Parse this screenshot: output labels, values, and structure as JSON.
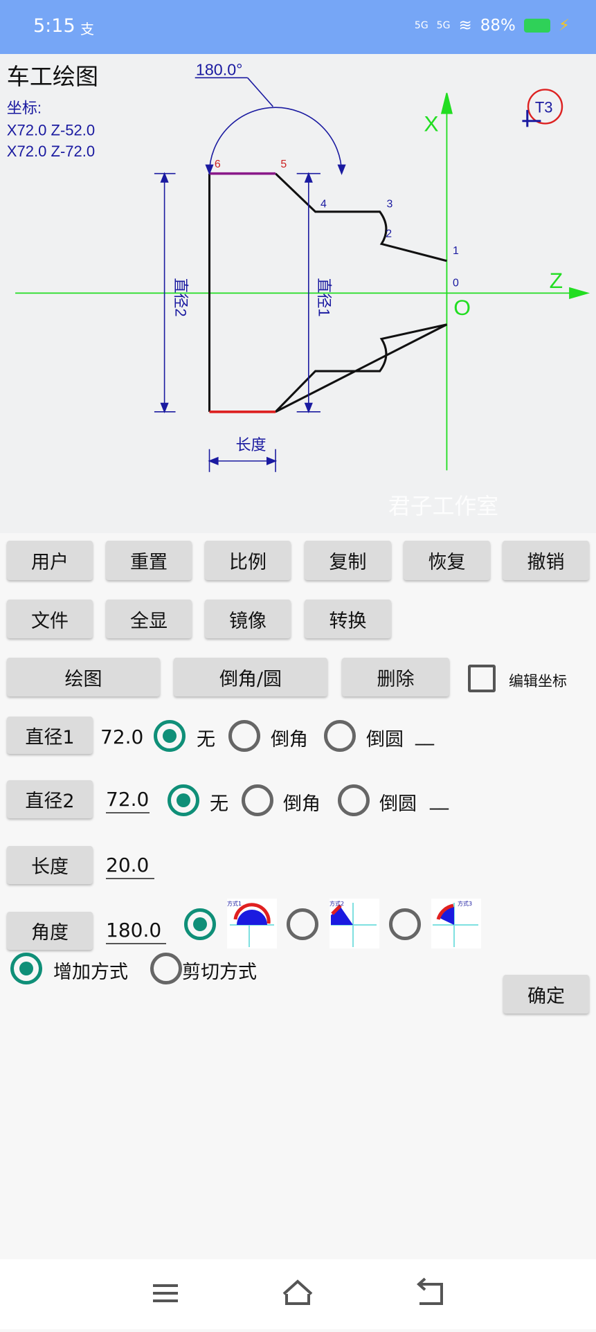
{
  "status": {
    "time": "5:15",
    "carrier_icon": "支",
    "signal1": "5G",
    "signal2": "5G",
    "battery": "88%"
  },
  "drawing": {
    "title": "车工绘图",
    "coord_label": "坐标:",
    "coord1": "X72.0 Z-52.0",
    "coord2": "X72.0 Z-72.0",
    "angle_label": "180.0°",
    "x_axis": "X",
    "z_axis": "Z",
    "origin": "O",
    "tool": "T3",
    "dia1": "直径1",
    "dia2": "直径2",
    "length": "长度",
    "points": [
      "0",
      "1",
      "2",
      "3",
      "4",
      "5",
      "6"
    ],
    "watermark": "君子工作室"
  },
  "toolbar": {
    "row1": [
      "用户",
      "重置",
      "比例",
      "复制",
      "恢复",
      "撤销"
    ],
    "row2": [
      "文件",
      "全显",
      "镜像",
      "转换"
    ],
    "draw": "绘图",
    "chamfer": "倒角/圆",
    "delete": "删除",
    "edit_coords": "编辑坐标"
  },
  "form": {
    "dia1": {
      "label": "直径1",
      "value": "72.0",
      "opts": [
        "无",
        "倒角",
        "倒圆"
      ],
      "selected": "无",
      "extra": "__"
    },
    "dia2": {
      "label": "直径2",
      "value": "72.0",
      "opts": [
        "无",
        "倒角",
        "倒圆"
      ],
      "selected": "无",
      "extra": "__"
    },
    "length": {
      "label": "长度",
      "value": "20.0"
    },
    "angle": {
      "label": "角度",
      "value": "180.0",
      "modes": [
        "方式1",
        "方式2",
        "方式3"
      ],
      "selected": "方式1"
    },
    "add_mode": "增加方式",
    "cut_mode": "剪切方式",
    "selected_mode": "增加方式",
    "confirm": "确定"
  },
  "colors": {
    "accent": "#0f8f78",
    "status_bar": "#76a6f6",
    "axis": "#22dd22",
    "dim": "#1a1aa0",
    "highlight": "#dd2222"
  }
}
